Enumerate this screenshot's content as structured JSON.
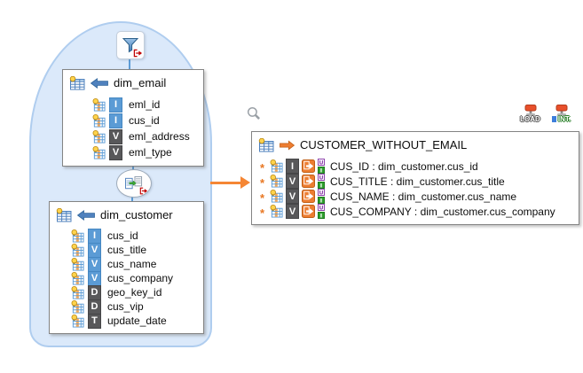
{
  "palette": {
    "group_fill": "#DBE9FA",
    "group_border": "#AFCDEF",
    "connector_blue": "#5C9CD6",
    "flow_arrow_orange": "#F58634",
    "badge_blue": "#5B9BD5",
    "badge_gray": "#58585A",
    "target_icon_orange": "#ED7D31",
    "km_pin_red": "#E8502B"
  },
  "sources": {
    "dim_email": {
      "title": "dim_email",
      "columns": [
        {
          "name": "eml_id",
          "type": "I"
        },
        {
          "name": "cus_id",
          "type": "I"
        },
        {
          "name": "eml_address",
          "type": "V"
        },
        {
          "name": "eml_type",
          "type": "V"
        }
      ]
    },
    "dim_customer": {
      "title": "dim_customer",
      "columns": [
        {
          "name": "cus_id",
          "type": "I"
        },
        {
          "name": "cus_title",
          "type": "V"
        },
        {
          "name": "cus_name",
          "type": "V"
        },
        {
          "name": "cus_company",
          "type": "V"
        },
        {
          "name": "geo_key_id",
          "type": "D"
        },
        {
          "name": "cus_vip",
          "type": "D"
        },
        {
          "name": "update_date",
          "type": "T"
        }
      ]
    }
  },
  "target": {
    "title": "CUSTOMER_WITHOUT_EMAIL",
    "km_badges": [
      {
        "label": "LOAD"
      },
      {
        "label": "INT."
      }
    ],
    "columns": [
      {
        "type": "I",
        "label": "CUS_ID : dim_customer.cus_id"
      },
      {
        "type": "V",
        "label": "CUS_TITLE : dim_customer.cus_title"
      },
      {
        "type": "V",
        "label": "CUS_NAME : dim_customer.cus_name"
      },
      {
        "type": "V",
        "label": "CUS_COMPANY : dim_customer.cus_company"
      }
    ]
  }
}
